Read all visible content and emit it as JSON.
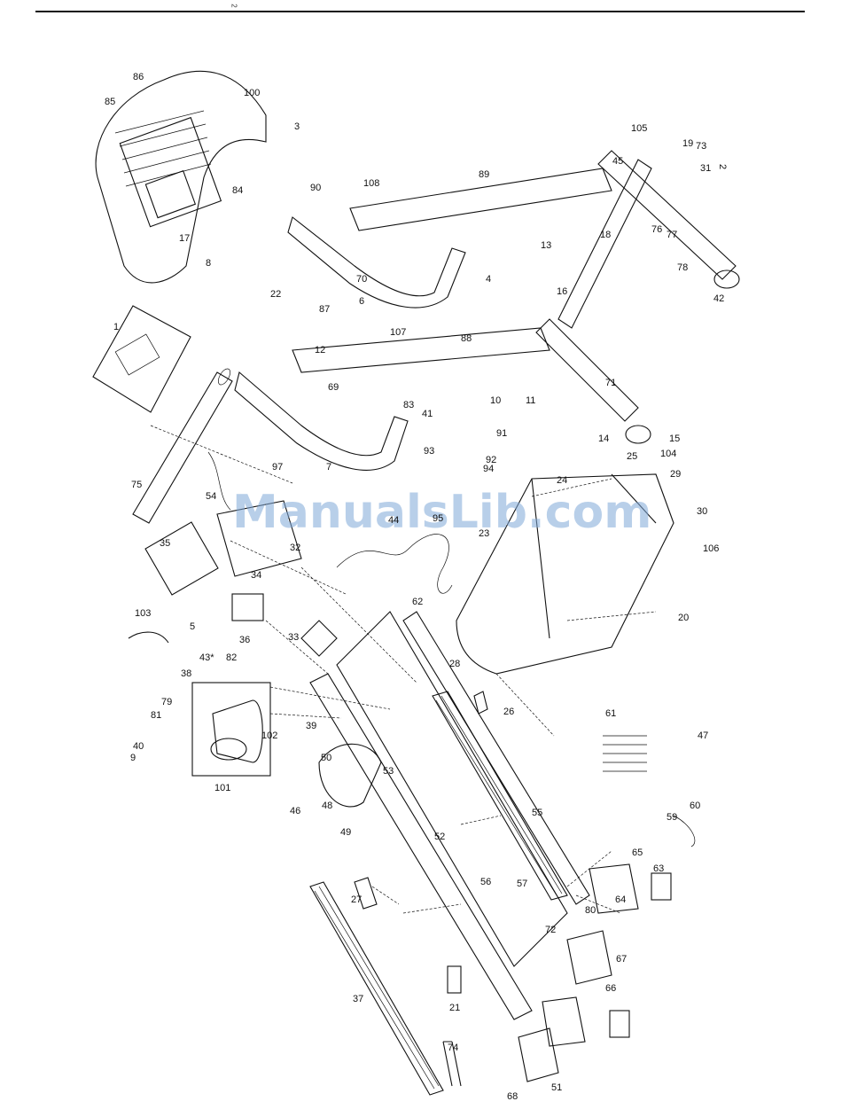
{
  "page": {
    "corner_mark": "2"
  },
  "watermark": "ManualsLib.com",
  "side_marks": {
    "right_top": "",
    "right_mid": ""
  },
  "labels": [
    "1",
    "2",
    "3",
    "4",
    "5",
    "6",
    "7",
    "8",
    "9",
    "10",
    "11",
    "12",
    "13",
    "14",
    "15",
    "16",
    "17",
    "18",
    "19",
    "20",
    "21",
    "22",
    "23",
    "24",
    "25",
    "26",
    "27",
    "28",
    "29",
    "30",
    "31",
    "32",
    "33",
    "34",
    "35",
    "36",
    "37",
    "38",
    "39",
    "40",
    "41",
    "42",
    "43*",
    "44",
    "45",
    "46",
    "47",
    "48",
    "49",
    "50",
    "51",
    "52",
    "53",
    "54",
    "55",
    "56",
    "57",
    "59",
    "60",
    "61",
    "62",
    "63",
    "64",
    "65",
    "66",
    "67",
    "68",
    "69",
    "70",
    "71",
    "72",
    "73",
    "74",
    "75",
    "76",
    "77",
    "78",
    "79",
    "80",
    "81",
    "82",
    "83",
    "84",
    "85",
    "86",
    "87",
    "88",
    "89",
    "90",
    "91",
    "92",
    "93",
    "94",
    "95",
    "97",
    "100",
    "101",
    "102",
    "103",
    "104",
    "105",
    "106",
    "107",
    "108"
  ]
}
